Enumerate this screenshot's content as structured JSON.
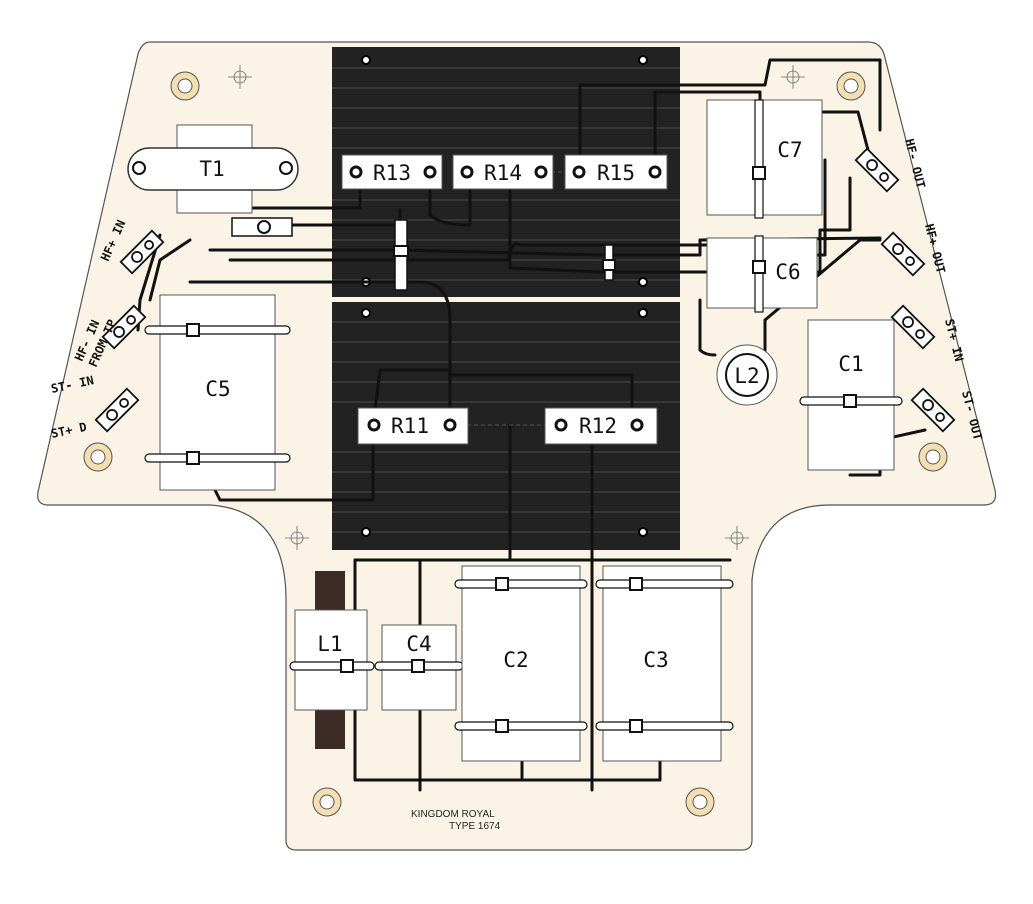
{
  "board": {
    "name": "crossover-pcb",
    "footer_line1": "KINGDOM ROYAL",
    "footer_line2": "TYPE 1674",
    "colors": {
      "board_fill": "#fbf4e6",
      "heatsink": "#222222",
      "trace": "#111111",
      "component_fill": "#ffffff",
      "inductor_core": "#3b2a26"
    }
  },
  "components": {
    "T1": "T1",
    "C1": "C1",
    "C2": "C2",
    "C3": "C3",
    "C4": "C4",
    "C5": "C5",
    "C6": "C6",
    "C7": "C7",
    "L1": "L1",
    "L2": "L2",
    "R11": "R11",
    "R12": "R12",
    "R13": "R13",
    "R14": "R14",
    "R15": "R15"
  },
  "terminals": {
    "hf_plus_in": "HF+ IN",
    "hf_minus_in": "HF- IN",
    "from_tp": "FROM TP",
    "st_minus_in": "ST- IN",
    "st_plus_d": "ST+ D",
    "hf_minus_out": "HF- OUT",
    "hf_plus_out": "HF+ OUT",
    "st_plus_in": "ST+ IN",
    "st_minus_out": "ST- OUT"
  }
}
